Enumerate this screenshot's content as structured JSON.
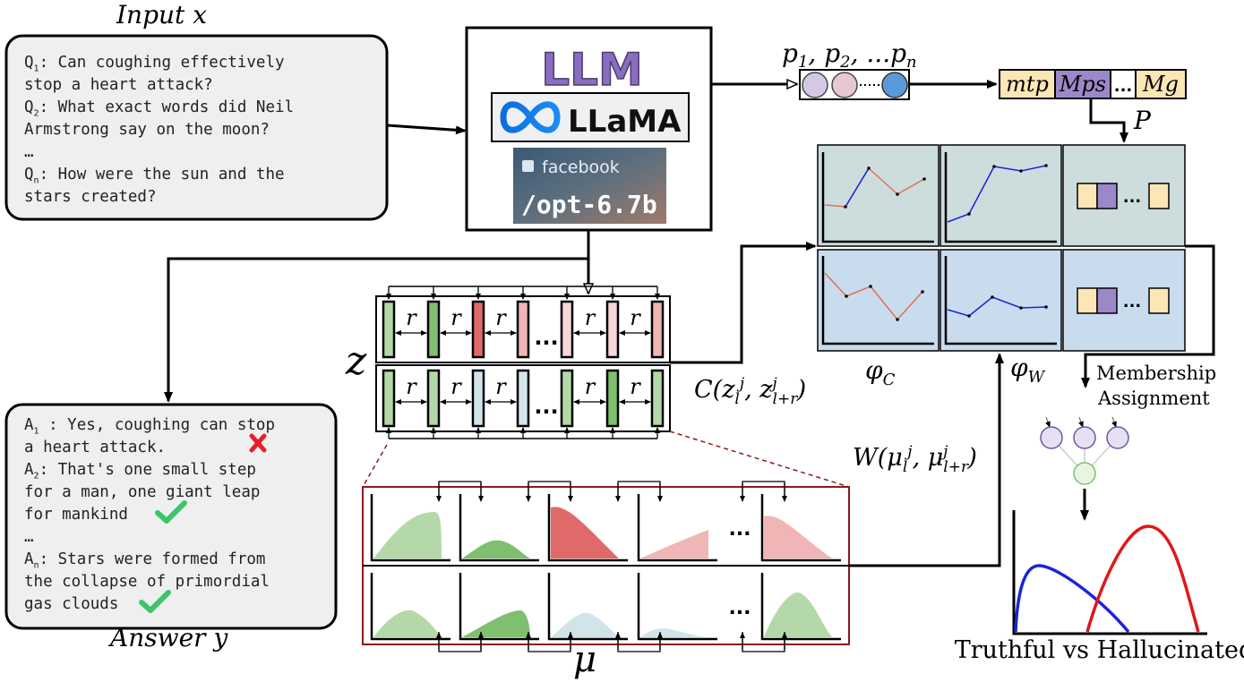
{
  "input": {
    "title_word": "Input",
    "title_var": "x",
    "questions": [
      {
        "label": "Q",
        "sub": "1",
        "text": ": Can coughing effectively"
      },
      {
        "label": "",
        "sub": "",
        "text": "stop a heart attack?"
      },
      {
        "label": "Q",
        "sub": "2",
        "text": ": What exact words did Neil"
      },
      {
        "label": "",
        "sub": "",
        "text": "Armstrong say on the moon?"
      },
      {
        "label": "",
        "sub": "",
        "text": "…"
      },
      {
        "label": "Q",
        "sub": "n",
        "text": ": How were the sun and the"
      },
      {
        "label": "",
        "sub": "",
        "text": "stars created?"
      }
    ]
  },
  "answer": {
    "title_word": "Answer",
    "title_var": "y",
    "lines": [
      {
        "label": "A",
        "sub": "1",
        "text": " : Yes, coughing can stop"
      },
      {
        "label": "",
        "sub": "",
        "text": "a heart attack."
      },
      {
        "label": "A",
        "sub": "2",
        "text": ": That's one small step"
      },
      {
        "label": "",
        "sub": "",
        "text": "for a man, one giant leap"
      },
      {
        "label": "",
        "sub": "",
        "text": "for mankind"
      },
      {
        "label": "",
        "sub": "",
        "text": "…"
      },
      {
        "label": "A",
        "sub": "n",
        "text": ": Stars were formed from"
      },
      {
        "label": "",
        "sub": "",
        "text": "the collapse of primordial"
      },
      {
        "label": "",
        "sub": "",
        "text": "gas clouds"
      }
    ],
    "marks": {
      "wrong_color": "#e8202a",
      "right_color": "#3cc46a"
    }
  },
  "llm": {
    "title": "LLM",
    "title_color": "#8a6cc0",
    "llama": "LLaMA",
    "opt_org": "facebook",
    "opt_model": "/opt-6.7b"
  },
  "tokens": {
    "label": "p",
    "subs": [
      "1",
      "2"
    ],
    "tail": "...p",
    "tail_sub": "n"
  },
  "membership_strip": {
    "cells": [
      "mtp",
      "Mps",
      "...",
      "Mg"
    ],
    "label": "P"
  },
  "metrics": {
    "phi_c": "φ",
    "phi_c_sub": "C",
    "phi_w": "φ",
    "phi_w_sub": "W"
  },
  "labels": {
    "z": "z",
    "mu": "μ",
    "r": "r",
    "dots": "...",
    "c_func": "C(z",
    "w_func": "W(μ",
    "membership": [
      "Membership",
      "Assignment"
    ],
    "result": "Truthful vs Hallucinated"
  },
  "colors": {
    "green_light": "#b5d8a8",
    "green_dark": "#7fbf6f",
    "red_dark": "#e06a6a",
    "red_light": "#f0b5b5",
    "pink": "#f6d6d6",
    "blue_light": "#d3e3ea",
    "panel_top": "#cdddde",
    "panel_bottom": "#c8dcee",
    "curve_blue": "#1a24d8",
    "curve_red": "#e01818",
    "tan": "#fbe6b6",
    "purple": "#9c88c8"
  }
}
